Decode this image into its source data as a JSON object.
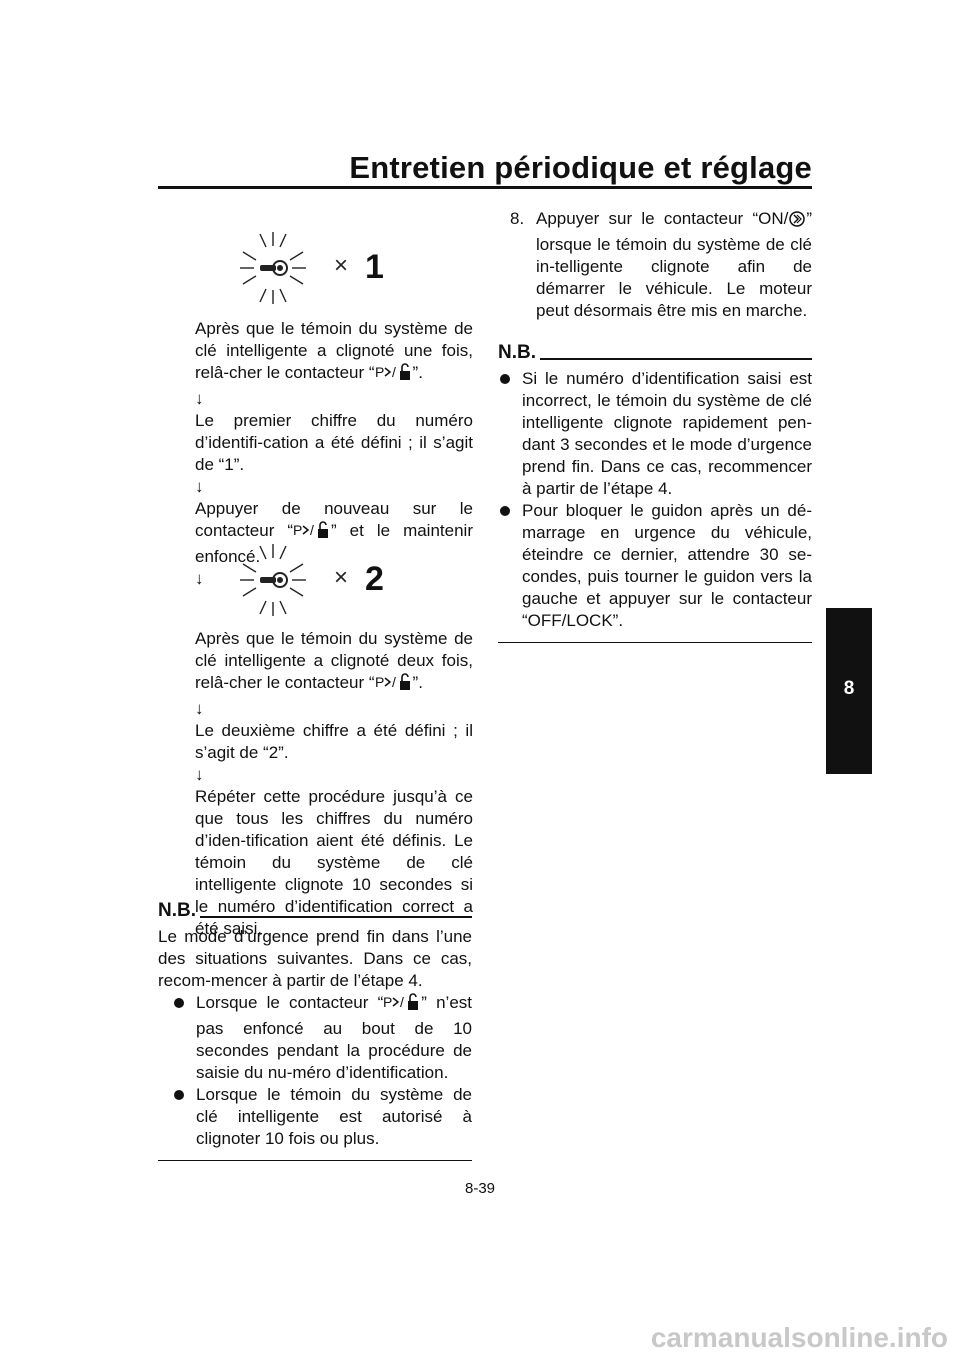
{
  "header": {
    "title": "Entretien périodique et réglage"
  },
  "tab": {
    "label": "8"
  },
  "footer": {
    "page": "8-39",
    "watermark": "carmanualsonline.info"
  },
  "icons": {
    "key_indicator": "smart-key-indicator-icon",
    "lock_switch": "key-lock-switch-icon",
    "on_switch": "on-switch-icon"
  },
  "indicator1": {
    "count": "1",
    "times": "×"
  },
  "indicator2": {
    "count": "2",
    "times": "×"
  },
  "left": {
    "p1_a": "Après que le témoin du système de clé intelligente a clignoté une fois, relâ-cher le contacteur “",
    "p1_b": "”.",
    "arrow": "↓",
    "p2": "Le premier chiffre du numéro d’identifi-cation a été défini ; il s’agit de “1”.",
    "p3_a": "Appuyer de nouveau sur le contacteur “",
    "p3_b": "” et le maintenir enfoncé.",
    "p4_a": "Après que le témoin du système de clé intelligente a clignoté deux fois, relâ-cher le contacteur “",
    "p4_b": "”.",
    "p5": "Le deuxième chiffre a été défini ; il s’agit de “2”.",
    "p6": "Répéter cette procédure jusqu’à ce que tous les chiffres du numéro d’iden-tification aient été définis. Le témoin du système de clé intelligente clignote 10 secondes si le numéro d’identification correct a été saisi."
  },
  "nb1": {
    "label": "N.B.",
    "intro": "Le mode d’urgence prend fin dans l’une des situations suivantes. Dans ce cas, recom-mencer à partir de l’étape 4.",
    "b1_a": "Lorsque le contacteur “",
    "b1_b": "” n’est pas enfoncé au bout de 10 secondes pendant la procédure de saisie du nu-méro d’identification.",
    "b2": "Lorsque le témoin du système de clé intelligente est autorisé à clignoter 10 fois ou plus."
  },
  "right": {
    "step_num": "8.",
    "step_a": "Appuyer sur le contacteur “ON/",
    "step_b": "” lorsque le témoin du système de clé in-telligente clignote afin de démarrer le véhicule. Le moteur peut désormais être mis en marche."
  },
  "nb2": {
    "label": "N.B.",
    "b1": "Si le numéro d’identification saisi est incorrect, le témoin du système de clé intelligente clignote rapidement pen-dant 3 secondes et le mode d’urgence prend fin. Dans ce cas, recommencer à partir de l’étape 4.",
    "b2": "Pour bloquer le guidon après un dé-marrage en urgence du véhicule, éteindre ce dernier, attendre 30 se-condes, puis tourner le guidon vers la gauche et appuyer sur le contacteur “OFF/LOCK”."
  }
}
